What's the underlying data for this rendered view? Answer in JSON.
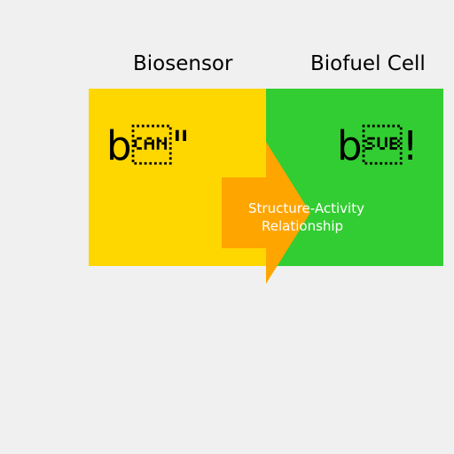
{
  "colors": {
    "background": "#f0f0f0",
    "biosensor_panel": "#ffd700",
    "biofuel_panel": "#32cd32",
    "arrow": "#ffa500",
    "arrow_text": "#ffffff"
  },
  "biosensor": {
    "title": "Biosensor",
    "glyph": "b\u0018\""
  },
  "biofuel_cell": {
    "title": "Biofuel Cell",
    "glyph": "b\u001a!"
  },
  "arrow": {
    "label_line1": "Structure-Activity",
    "label_line2": "Relationship"
  }
}
